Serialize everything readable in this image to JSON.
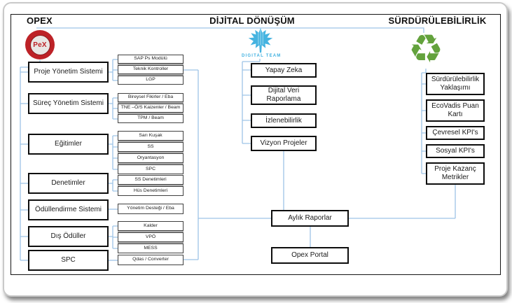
{
  "columns": {
    "opex": {
      "header": "OPEX",
      "logo": {
        "name": "pex-logo",
        "text": "PeX"
      },
      "items": [
        {
          "label": "Proje Yönetim Sistemi",
          "subitems": [
            "SAP Ps Modülü",
            "Teknik Kontroller",
            "LGP"
          ]
        },
        {
          "label": "Süreç Yönetim Sistemi",
          "subitems": [
            "Bireysel Fikirler / Eba",
            "TNE –Ö/S Kaizenler / Beam",
            "TPM / Beam"
          ]
        },
        {
          "label": "Eğitimler",
          "subitems": [
            "Sarı Kuşak",
            "SS",
            "Oryantasyon",
            "SPC"
          ]
        },
        {
          "label": "Denetimler",
          "subitems": [
            "SS Denetimleri",
            "Hüs Denetimleri"
          ]
        },
        {
          "label": "Ödüllendirme Sistemi",
          "subitems": [
            "Yönetim Desteği / Eba"
          ]
        },
        {
          "label": "Dış Ödüller",
          "subitems": [
            "Kalder",
            "VPÖ",
            "MESS"
          ]
        },
        {
          "label": "SPC",
          "subitems": [
            "Qdas / Converter"
          ]
        }
      ]
    },
    "digital": {
      "header": "DİJİTAL DÖNÜŞÜM",
      "logo_text": "DIGITAL TEAM",
      "items": [
        "Yapay Zeka",
        "Dijital Veri Raporlama",
        "İzlenebilirlik",
        "Vizyon Projeler"
      ]
    },
    "sustainability": {
      "header": "SÜRDÜRÜLEBİLİRLİK",
      "items": [
        "Sürdürülebilirlik Yaklaşımı",
        "EcoVadis Puan Kartı",
        "Çevresel KPI's",
        "Sosyal KPI's",
        "Proje Kazanç Metrikler"
      ]
    }
  },
  "shared": {
    "monthly_reports": "Aylık Raporlar",
    "opex_portal": "Opex Portal"
  },
  "icons": {
    "recycle": "♻"
  },
  "colors": {
    "connector_blue": "#9DC3E6",
    "digital_blue": "#3FB0E0",
    "recycle_green": "#63A23C",
    "pex_red": "#BD2227",
    "box_border": "#0D0D0D"
  }
}
